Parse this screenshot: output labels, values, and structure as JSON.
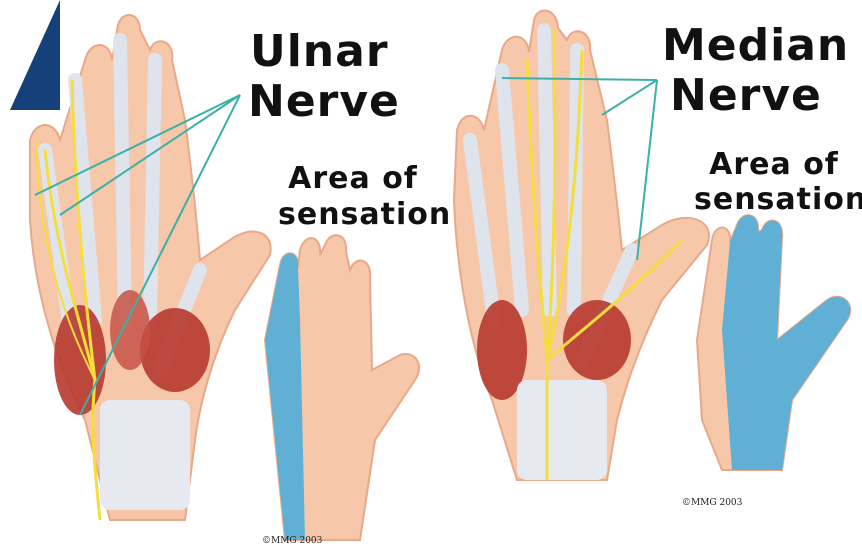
{
  "left_panel": {
    "nerve_label_line1": "Ulnar",
    "nerve_label_line2": "Nerve",
    "area_label_line1": "Area of",
    "area_label_line2": "sensation",
    "credit": "©MMG 2003"
  },
  "right_panel": {
    "nerve_label_line1": "Median",
    "nerve_label_line2": "Nerve",
    "area_label_line1": "Area of",
    "area_label_line2": "sensation",
    "credit": "©MMG 2003"
  },
  "colors": {
    "skin": "#f6c7a8",
    "skin_outline": "#e8a98a",
    "muscle": "#b8392f",
    "bone": "#dfe3ec",
    "nerve": "#f4dd3c",
    "pointer_line": "#3bb0a8",
    "sensation_area": "#5fb0d4",
    "corner_accent": "#16407a"
  }
}
